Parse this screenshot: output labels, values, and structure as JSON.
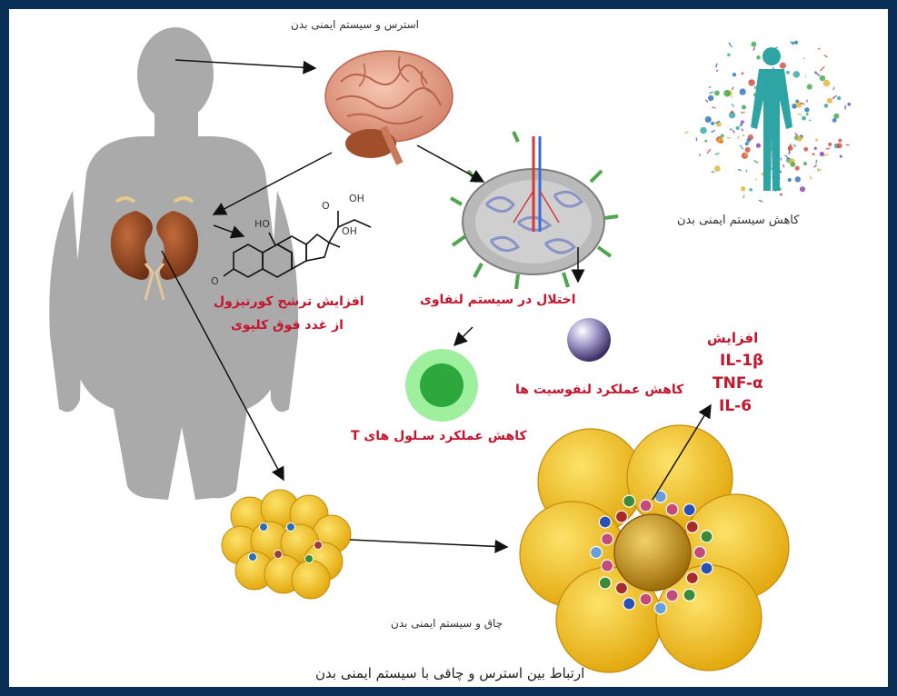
{
  "labels": {
    "stress_immune": "استرس و سیستم ایمنی بدن",
    "immune_reduction": "کاهش سیستم ایمنی بدن",
    "cortisol_line1": "افزایش ترشح کورتیزول",
    "cortisol_line2": "از غدد فوق کلیوی",
    "lymph_disorder": "اختلال در سیستم لنفاوی",
    "lymphocyte_reduction": "کاهش عملکرد لنفوسیت ها",
    "tcell_reduction": "کاهش عملکرد سـلول های T",
    "increase": "افزایش",
    "obesity_immune": "چاق و سیستم ایمنی بدن",
    "caption": "ارتباط بین استرس و چاقی با سیستم ایمنی بدن"
  },
  "molecule_labels": {
    "ho": "HO",
    "oh1": "OH",
    "oh2": "OH",
    "o1": "O",
    "o2": "O"
  },
  "cytokines": [
    "IL-1β",
    "TNF-α",
    "IL-6"
  ],
  "colors": {
    "border": "#0a2f57",
    "red_text": "#c4162e",
    "silhouette": "#aaaaaa",
    "brain": "#e8a58e",
    "kidney": "#9c4a25",
    "adipocyte": "#f2bf1a",
    "tcell": "#7ede7e",
    "lymphocyte": "#5a4f86",
    "teal_figure": "#2fa4a4"
  }
}
